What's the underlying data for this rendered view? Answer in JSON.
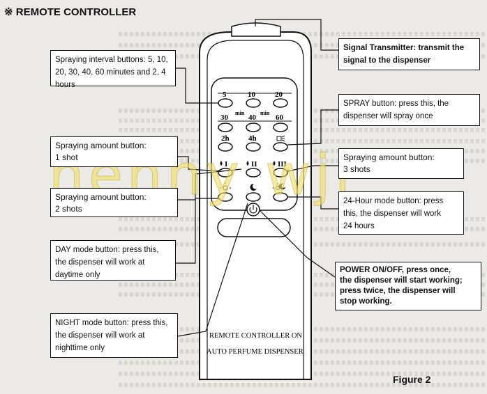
{
  "header": {
    "title": "※ REMOTE CONTROLLER"
  },
  "callouts": {
    "interval": [
      "Spraying interval buttons: 5, 10,",
      "20, 30, 40, 60 minutes and 2, 4",
      "hours"
    ],
    "amount1": [
      "Spraying amount button:",
      "1 shot"
    ],
    "amount2": [
      "Spraying amount button:",
      "2 shots"
    ],
    "day": [
      "DAY mode button: press this,",
      "the dispenser will work at",
      "daytime only"
    ],
    "night": [
      "NIGHT mode button: press this,",
      "the dispenser will work at",
      "nighttime only"
    ],
    "signal": [
      "Signal Transmitter: transmit the",
      "signal to the dispenser"
    ],
    "spray": [
      "SPRAY button: press this, the",
      "dispenser will spray once"
    ],
    "amount3": [
      "Spraying amount button:",
      "3 shots"
    ],
    "hour24": [
      "24-Hour mode button: press",
      "this, the dispenser will work",
      "24 hours"
    ],
    "power": [
      "POWER ON/OFF, press once,",
      "the dispenser will start working;",
      "press twice, the dispenser will",
      "stop working."
    ]
  },
  "remote": {
    "labels": {
      "b5": "5",
      "b10": "10",
      "b20": "20",
      "min1": "min",
      "min2": "min",
      "b30": "30",
      "b40": "40",
      "b60": "60",
      "b2h": "2h",
      "b4h": "4h",
      "s1": "I",
      "s2": "II",
      "s3": "III"
    },
    "caption_line1": "REMOTE CONTROLLER ON",
    "caption_line2": "AUTO PERFUME DISPENSER"
  },
  "figure_label": "Figure 2",
  "watermark": "henny wji"
}
